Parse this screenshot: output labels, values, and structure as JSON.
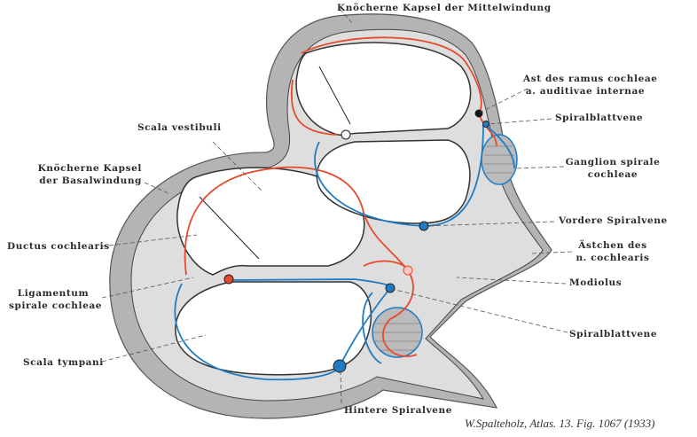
{
  "labels": {
    "kapsel_mittel": "Knöcherne Kapsel der Mittelwindung",
    "ast_1": "Ast des ramus cochleae",
    "ast_2": "a. auditivae internae",
    "spiralblattvene_upper": "Spiralblattvene",
    "ganglion_1": "Ganglion spirale",
    "ganglion_2": "cochleae",
    "vordere": "Vordere Spiralvene",
    "aestchen_1": "Ästchen des",
    "aestchen_2": "n. cochlearis",
    "modiolus": "Modiolus",
    "spiralblattvene_lower": "Spiralblattvene",
    "hintere": "Hintere Spiralvene",
    "scala_vestibuli": "Scala vestibuli",
    "kapsel_basal_1": "Knöcherne Kapsel",
    "kapsel_basal_2": "der Basalwindung",
    "ductus": "Ductus cochlearis",
    "ligamentum_1": "Ligamentum",
    "ligamentum_2": "spirale cochleae",
    "scala_tympani": "Scala tympani"
  },
  "caption": "W.Spalteholz, Atlas. 13. Fig. 1067 (1933)",
  "colors": {
    "artery": "#e8482c",
    "vein": "#1f7cc4",
    "bone": "#b4b4b4",
    "tissue": "#dedede"
  }
}
